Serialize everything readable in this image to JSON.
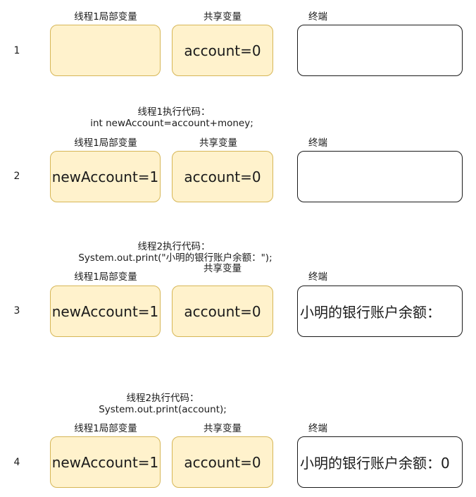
{
  "rows": [
    {
      "number": "1",
      "local_label": "线程1局部变量",
      "shared_label": "共享变量",
      "terminal_label": "终端",
      "local_value": "",
      "shared_value": "account=0",
      "terminal_value": ""
    },
    {
      "number": "2",
      "code_title": "线程1执行代码：",
      "code_line": "int newAccount=account+money;",
      "local_label": "线程1局部变量",
      "shared_label": "共享变量",
      "terminal_label": "终端",
      "local_value": "newAccount=1",
      "shared_value": "account=0",
      "terminal_value": ""
    },
    {
      "number": "3",
      "code_title": "线程2执行代码：",
      "code_line": "System.out.print(\"小明的银行账户余额：\");",
      "local_label": "线程1局部变量",
      "shared_label": "共享变量",
      "terminal_label": "终端",
      "local_value": "newAccount=1",
      "shared_value": "account=0",
      "terminal_value": "小明的银行账户余额："
    },
    {
      "number": "4",
      "code_title": "线程2执行代码：",
      "code_line": "System.out.print(account);",
      "local_label": "线程1局部变量",
      "shared_label": "共享变量",
      "terminal_label": "终端",
      "local_value": "newAccount=1",
      "shared_value": "account=0",
      "terminal_value": "小明的银行账户余额：0"
    }
  ]
}
